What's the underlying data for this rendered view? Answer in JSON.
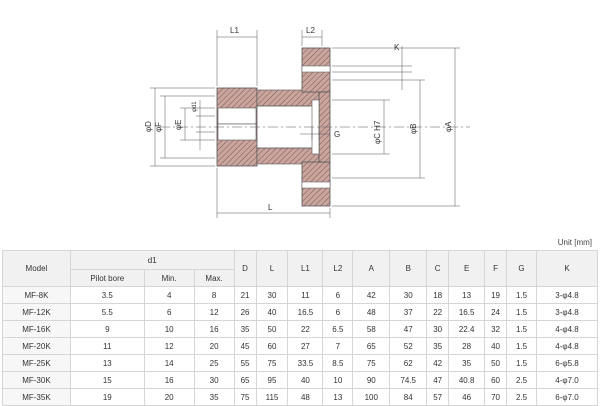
{
  "drawing": {
    "labels": {
      "l1": "L1",
      "l2": "L2",
      "k": "K",
      "d": "φD",
      "f": "φF",
      "e": "φE",
      "d1": "φd1",
      "c": "φC H7",
      "g": "G",
      "b": "φB",
      "a": "φA",
      "l": "L"
    }
  },
  "unit": "Unit  [mm]",
  "table": {
    "headers": {
      "model": "Model",
      "d1": "d1",
      "pilot_bore": "Pilot bore",
      "min": "Min.",
      "max": "Max.",
      "cols": [
        "D",
        "L",
        "L1",
        "L2",
        "A",
        "B",
        "C",
        "E",
        "F",
        "G",
        "K"
      ]
    },
    "rows": [
      [
        "MF-8K",
        "3.5",
        "4",
        "8",
        "21",
        "30",
        "11",
        "6",
        "42",
        "30",
        "18",
        "13",
        "19",
        "1.5",
        "3-φ4.8"
      ],
      [
        "MF-12K",
        "5.5",
        "6",
        "12",
        "26",
        "40",
        "16.5",
        "6",
        "48",
        "37",
        "22",
        "16.5",
        "24",
        "1.5",
        "3-φ4.8"
      ],
      [
        "MF-16K",
        "9",
        "10",
        "16",
        "35",
        "50",
        "22",
        "6.5",
        "58",
        "47",
        "30",
        "22.4",
        "32",
        "1.5",
        "4-φ4.8"
      ],
      [
        "MF-20K",
        "11",
        "12",
        "20",
        "45",
        "60",
        "27",
        "7",
        "65",
        "52",
        "35",
        "28",
        "40",
        "1.5",
        "4-φ4.8"
      ],
      [
        "MF-25K",
        "13",
        "14",
        "25",
        "55",
        "75",
        "33.5",
        "8.5",
        "75",
        "62",
        "42",
        "35",
        "50",
        "1.5",
        "6-φ5.8"
      ],
      [
        "MF-30K",
        "15",
        "16",
        "30",
        "65",
        "95",
        "40",
        "10",
        "90",
        "74.5",
        "47",
        "40.8",
        "60",
        "2.5",
        "4-φ7.0"
      ],
      [
        "MF-35K",
        "19",
        "20",
        "35",
        "75",
        "115",
        "48",
        "13",
        "100",
        "84",
        "57",
        "46",
        "70",
        "2.5",
        "6-φ7.0"
      ]
    ]
  }
}
